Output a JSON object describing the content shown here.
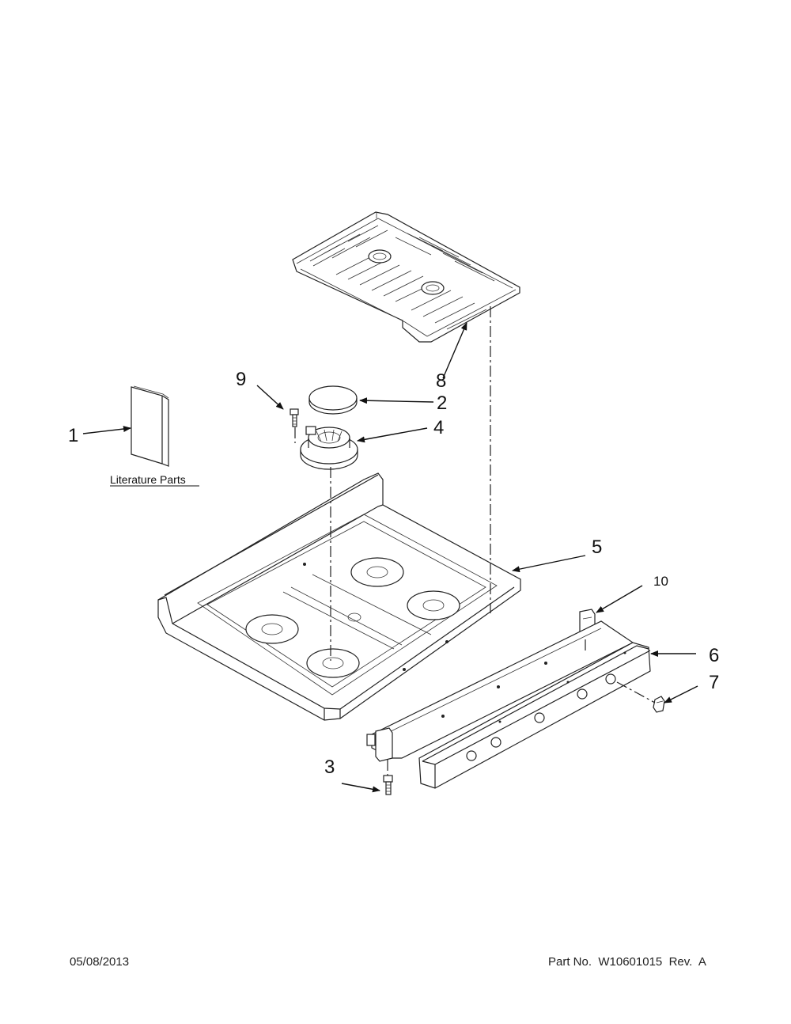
{
  "callouts": {
    "c1": "1",
    "c2": "2",
    "c3": "3",
    "c4": "4",
    "c5": "5",
    "c6": "6",
    "c7": "7",
    "c8": "8",
    "c9": "9",
    "c10": "10"
  },
  "literature_label": "Literature Parts",
  "footer": {
    "date": "05/08/2013",
    "part_info": "Part No.  W10601015  Rev.  A"
  }
}
